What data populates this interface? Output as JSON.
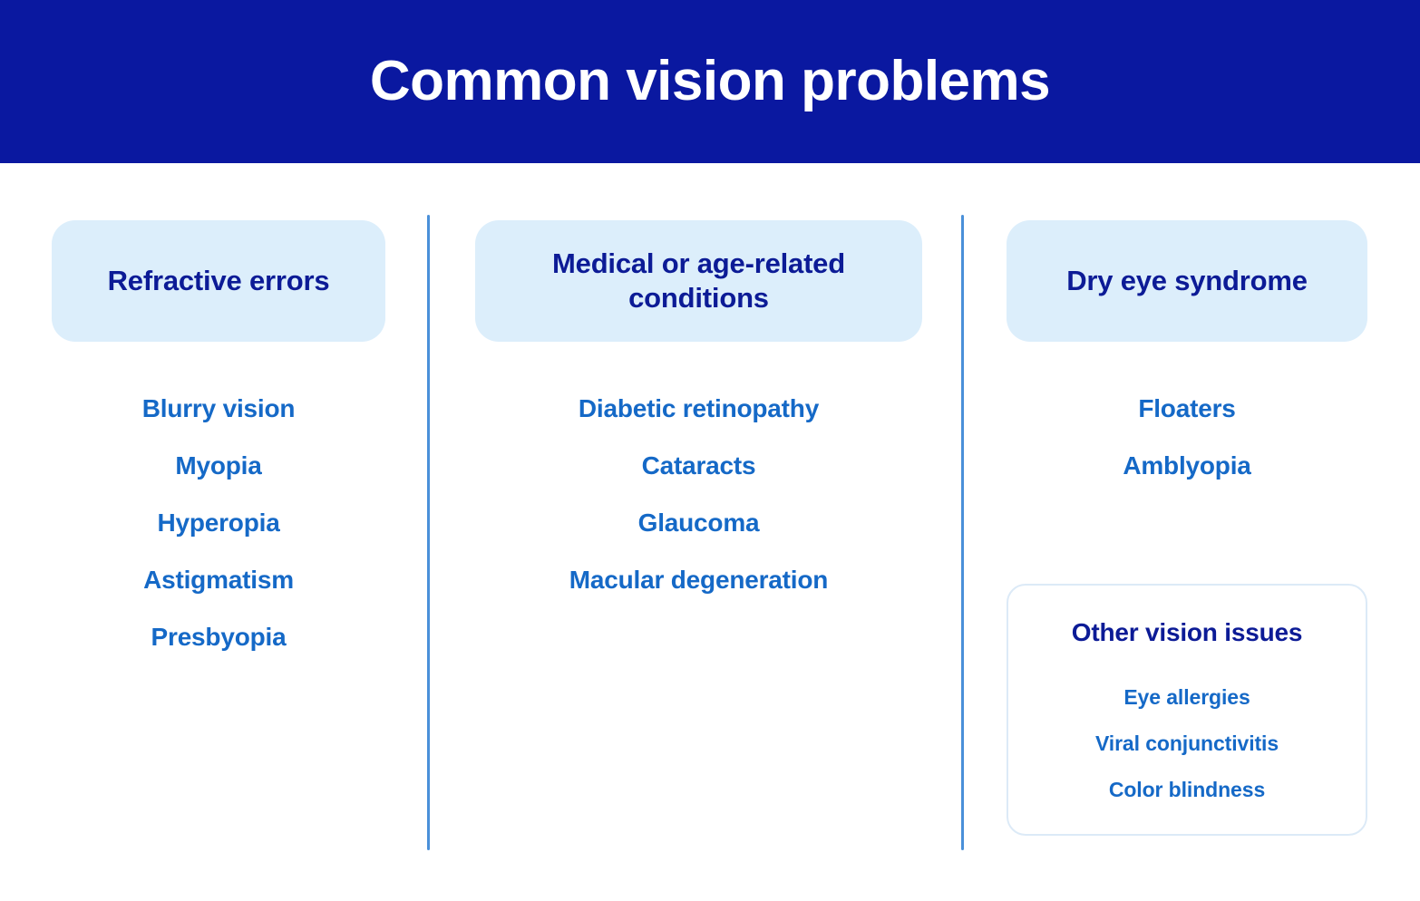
{
  "header": {
    "title": "Common vision problems",
    "background_color": "#0A18A0",
    "text_color": "#FFFFFF"
  },
  "theme": {
    "header_pill_bg": "#DCEEFB",
    "header_pill_text": "#0C1B96",
    "item_text": "#1569C7",
    "divider_color": "#4A90D9",
    "card_border": "#DCEAF7",
    "page_bg": "#FFFFFF"
  },
  "columns": [
    {
      "heading": "Refractive errors",
      "items": [
        "Blurry vision",
        "Myopia",
        "Hyperopia",
        "Astigmatism",
        "Presbyopia"
      ]
    },
    {
      "heading": "Medical or age-related conditions",
      "items": [
        "Diabetic retinopathy",
        "Cataracts",
        "Glaucoma",
        "Macular degeneration"
      ]
    },
    {
      "heading": "Dry eye syndrome",
      "items": [
        "Floaters",
        "Amblyopia"
      ]
    }
  ],
  "other_card": {
    "title": "Other vision issues",
    "items": [
      "Eye allergies",
      "Viral conjunctivitis",
      "Color blindness"
    ]
  }
}
